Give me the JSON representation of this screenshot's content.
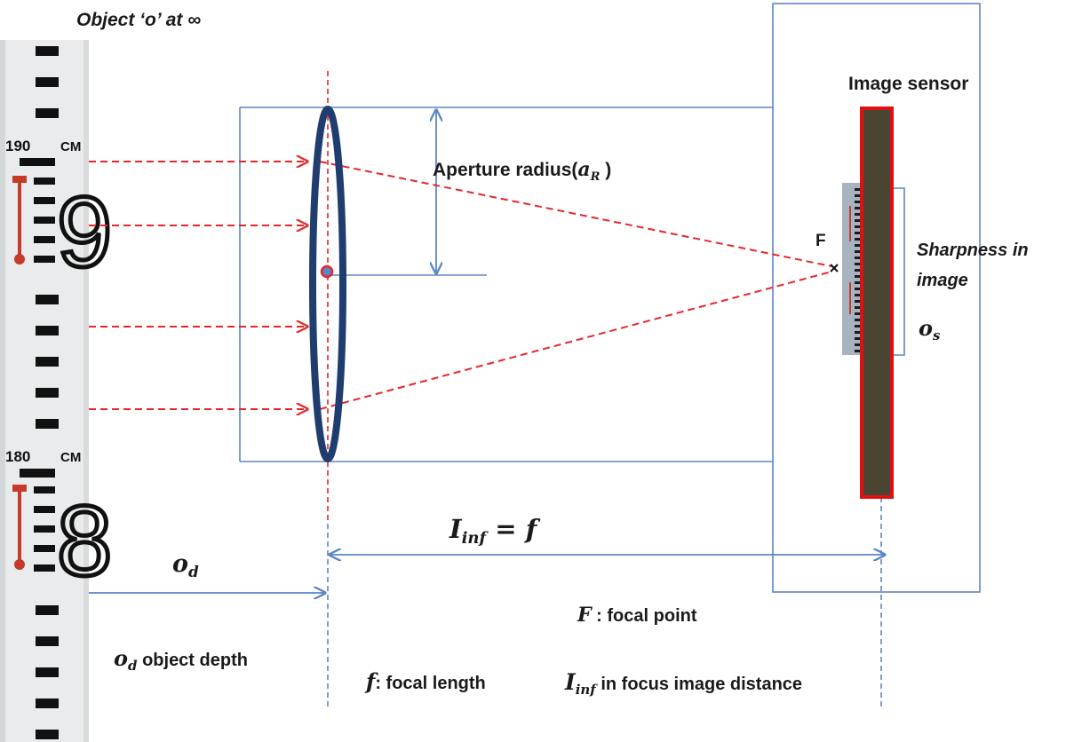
{
  "title": "Object ‘o’ at ∞",
  "labels": {
    "image_sensor": "Image sensor",
    "aperture_prefix": "Aperture radius(",
    "aperture_symbol": "a",
    "aperture_sub": "R",
    "aperture_suffix": " )",
    "focal_point_marker": "F",
    "sharpness_line1": "Sharpness in",
    "sharpness_line2": "image",
    "os_symbol": "o",
    "os_sub": "s",
    "iinf_symbol": "I",
    "iinf_sub": "inf",
    "iinf_eq": " = f",
    "od_symbol": "o",
    "od_sub": "d",
    "legend_F_symbol": "F",
    "legend_F_text": " :  focal point",
    "legend_od_symbol": "o",
    "legend_od_sub": "d",
    "legend_od_text": "  object depth",
    "legend_f_symbol": "f",
    "legend_f_text": ":  focal length",
    "legend_iinf_symbol": "I",
    "legend_iinf_sub": "inf",
    "legend_iinf_text": "  in focus image distance"
  },
  "ruler": {
    "mark_190": "190",
    "mark_180": "180",
    "unit": "CM",
    "digit_190": "9",
    "digit_180": "8"
  },
  "colors": {
    "ray": "#e8262a",
    "construction_line": "#5b86c5",
    "lens": "#1f3d6e",
    "sensor_fill": "#4a4532",
    "sensor_border": "#e01010",
    "ruler_bg": "#e9ebec",
    "ruler_mark": "#111111",
    "ruler_red": "#c53a2a"
  }
}
